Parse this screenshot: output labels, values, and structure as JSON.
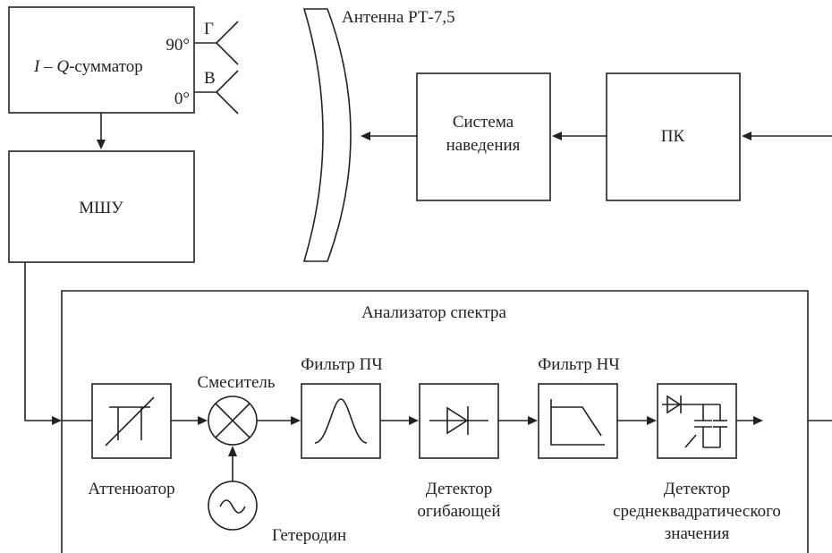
{
  "blocks": {
    "iq_summator": {
      "label_i": "I",
      "label_dash": " – ",
      "label_q": "Q",
      "label_rest": "-сумматор",
      "port_90": "90°",
      "port_0": "0°",
      "ant_g": "Г",
      "ant_v": "В"
    },
    "lna": "МШУ",
    "antenna": "Антенна РТ-7,5",
    "guidance_line1": "Система",
    "guidance_line2": "наведения",
    "pc": "ПК",
    "analyzer": "Анализатор спектра",
    "attenuator": "Аттенюатор",
    "mixer": "Смеситель",
    "if_filter": "Фильтр ПЧ",
    "envelope_detector_line1": "Детектор",
    "envelope_detector_line2": "огибающей",
    "lpf": "Фильтр НЧ",
    "rms_detector_line1": "Детектор",
    "rms_detector_line2": "среднеквадратического",
    "rms_detector_line3": "значения",
    "oscillator": "Гетеродин"
  }
}
